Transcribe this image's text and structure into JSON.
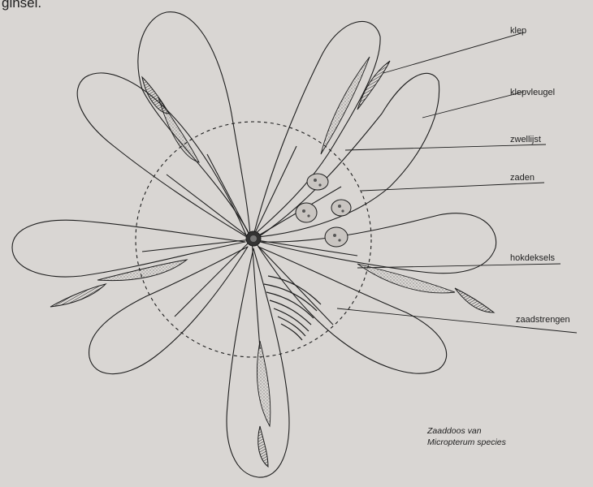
{
  "fragment_text": "ginsel.",
  "labels": [
    {
      "key": "klep",
      "text": "klep"
    },
    {
      "key": "klepvleugel",
      "text": "klepvleugel"
    },
    {
      "key": "zwellijst",
      "text": "zwellijst"
    },
    {
      "key": "zaden",
      "text": "zaden"
    },
    {
      "key": "hokdeksels",
      "text": "hokdeksels"
    },
    {
      "key": "zaadstrengen",
      "text": "zaadstrengen"
    }
  ],
  "caption": {
    "line1": "Zaaddoos van",
    "line2": "Micropterum species"
  },
  "colors": {
    "background": "#d9d6d3",
    "ink": "#1e1e1e"
  }
}
